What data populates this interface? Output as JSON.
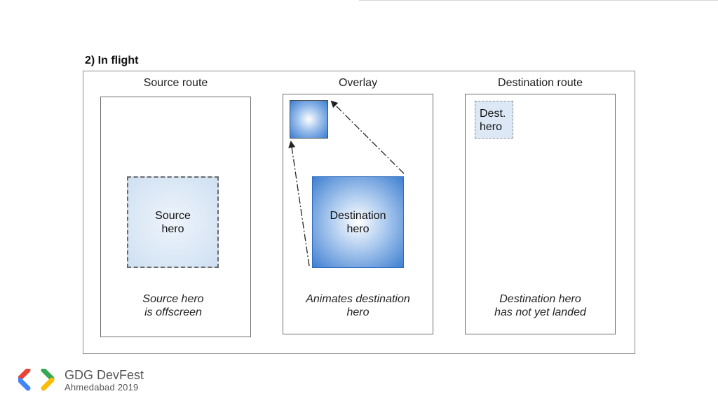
{
  "heading": "2) In flight",
  "columns": [
    {
      "title": "Source route",
      "caption_line1": "Source hero",
      "caption_line2": "is offscreen"
    },
    {
      "title": "Overlay",
      "caption_line1": "Animates destination",
      "caption_line2": "hero"
    },
    {
      "title": "Destination route",
      "caption_line1": "Destination hero",
      "caption_line2": "has not yet landed"
    }
  ],
  "heroes": {
    "source": {
      "line1": "Source",
      "line2": "hero"
    },
    "overlay_big": {
      "line1": "Destination",
      "line2": "hero"
    },
    "destination": {
      "line1": "Dest.",
      "line2": "hero"
    }
  },
  "logo": {
    "line1": "GDG DevFest",
    "line2": "Ahmedabad 2019"
  },
  "colors": {
    "hero_blue": "#3f7fd0",
    "hero_light": "#cfe0f2",
    "logo_red": "#ea4335",
    "logo_blue": "#4285f4",
    "logo_green": "#34a853",
    "logo_yellow": "#fbbc05"
  }
}
